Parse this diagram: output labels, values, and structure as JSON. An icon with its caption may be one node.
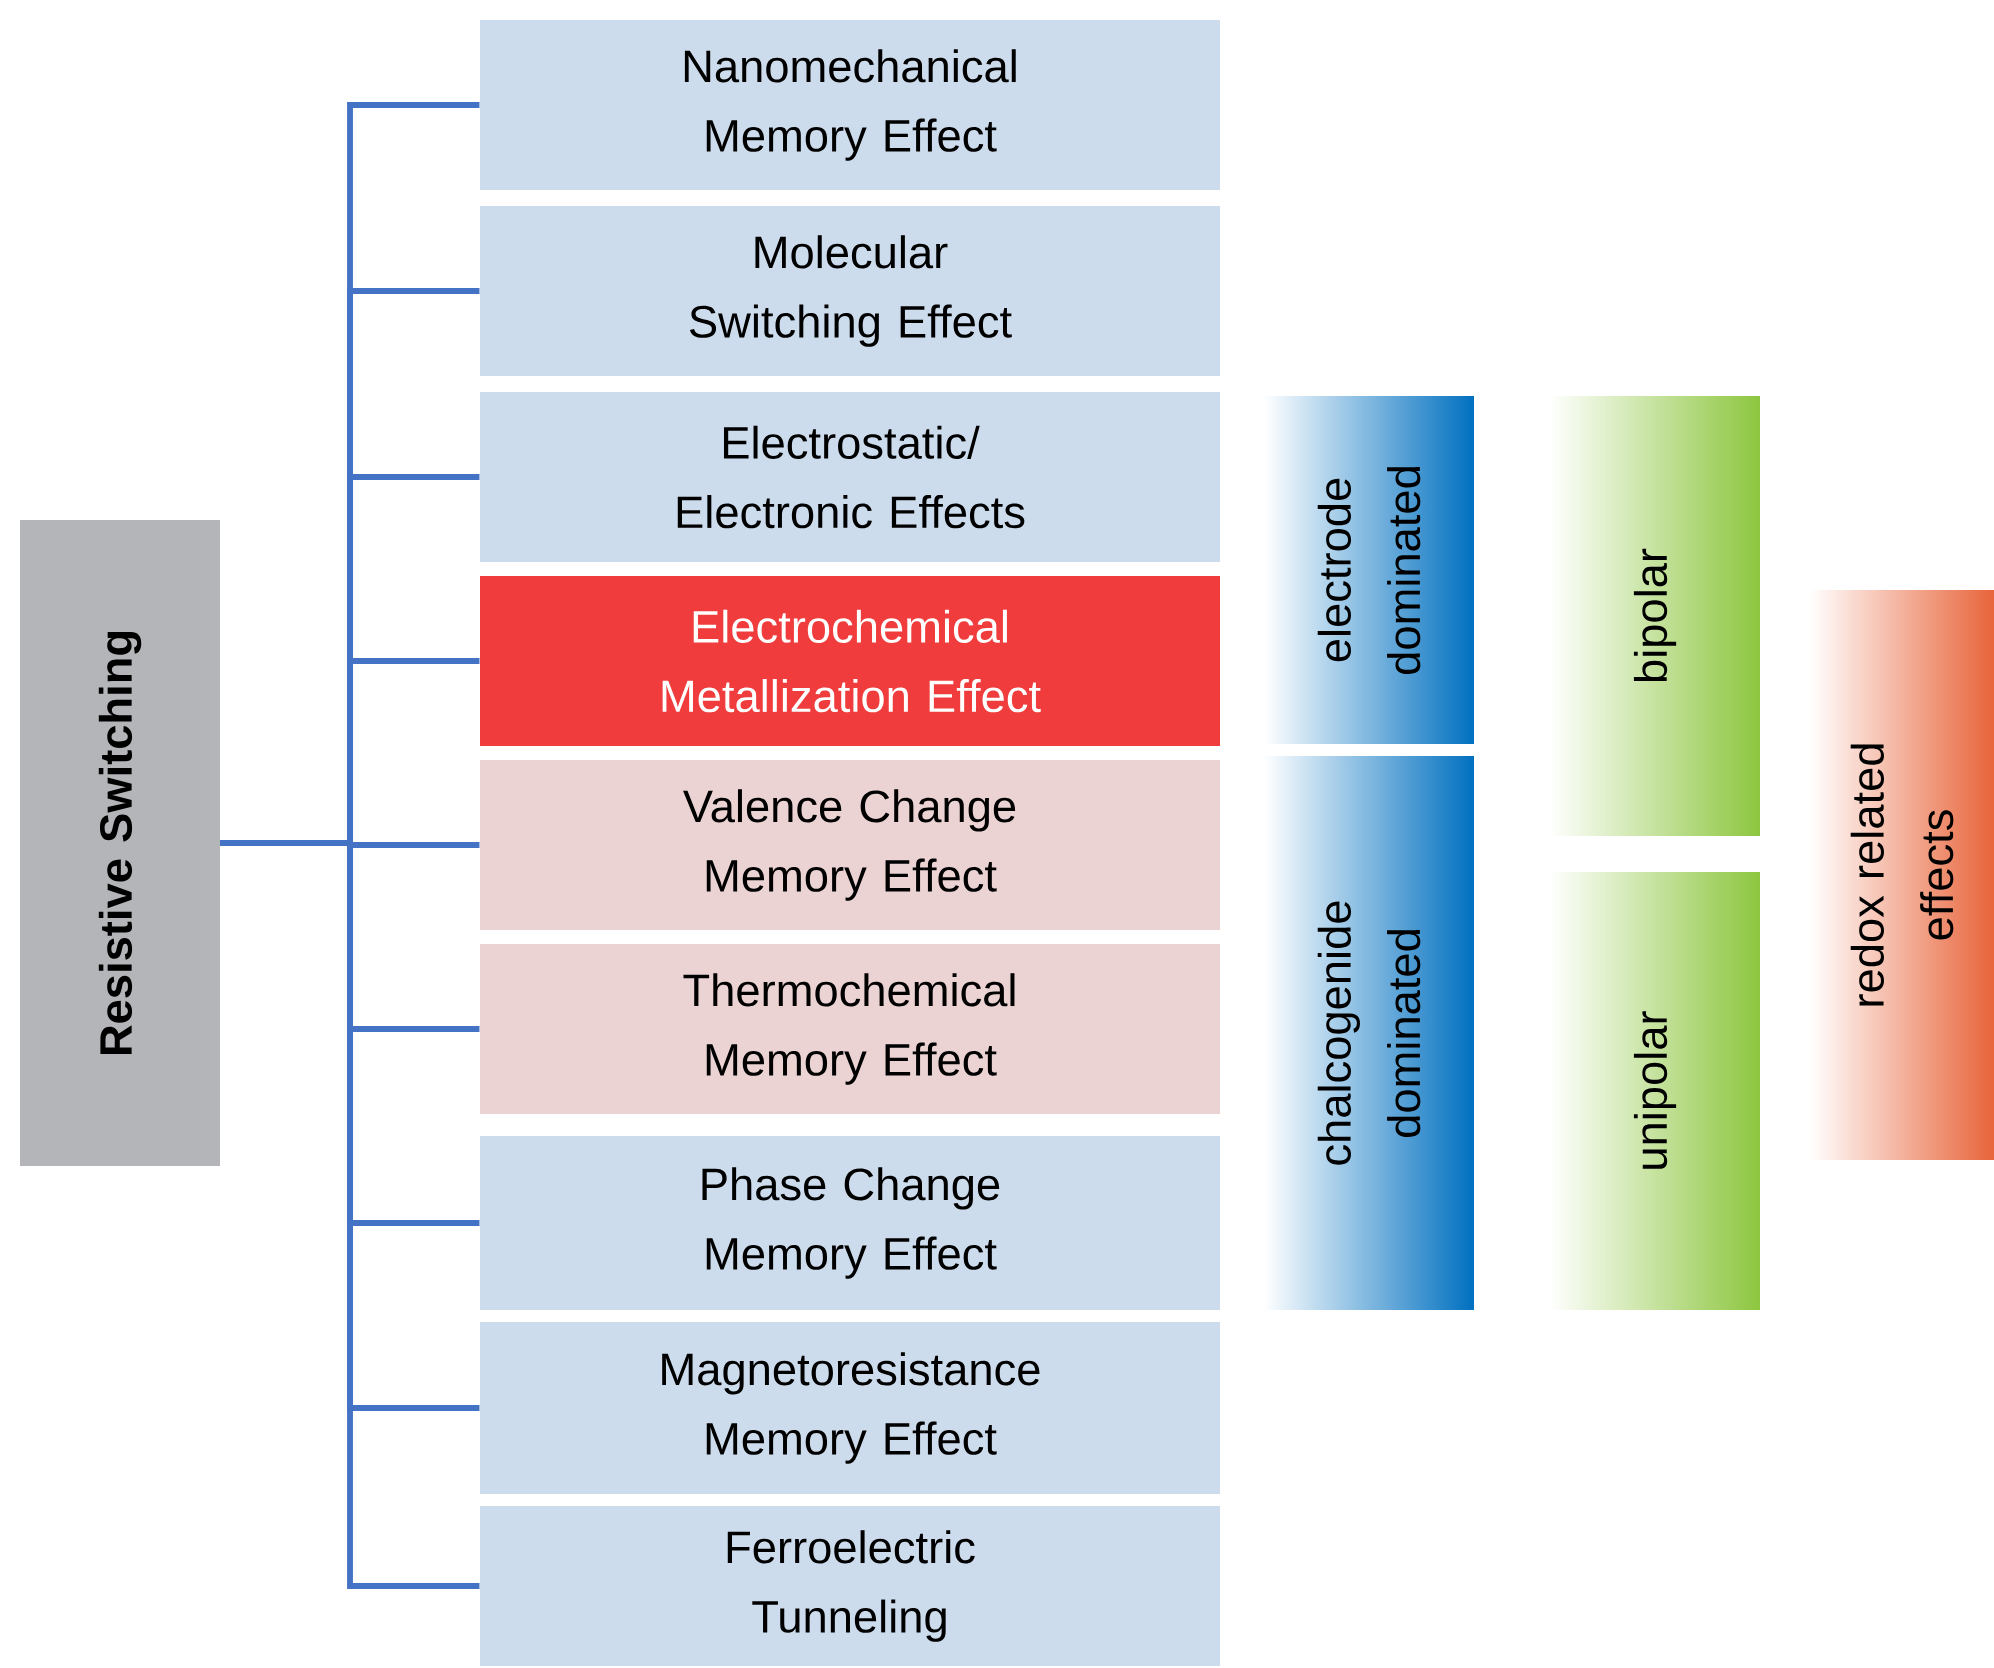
{
  "diagram": {
    "nodes": [
      {
        "text": [
          "Resistive Switching"
        ]
      },
      {
        "text": [
          "Nanomechanical Memory Effect"
        ]
      },
      {
        "text": [
          "Molecular Switching Effect"
        ]
      },
      {
        "text": [
          "Electrostatic/ Electronic Effects"
        ]
      },
      {
        "text": [
          "Electrochemical Metallization Effect"
        ]
      },
      {
        "text": [
          "Valence Change Memory Effect"
        ]
      },
      {
        "text": [
          "Thermochemical Memory Effect"
        ]
      },
      {
        "text": [
          "Phase Change Memory Effect"
        ]
      },
      {
        "text": [
          "Magnetoresistance Memory Effect"
        ]
      },
      {
        "text": [
          "Ferroelectric Tunneling"
        ]
      },
      {
        "text": [
          "electrode dominated"
        ]
      },
      {
        "text": [
          "chalcogenide dominated"
        ]
      },
      {
        "text": [
          "bipolar"
        ]
      },
      {
        "text": [
          "unipolar"
        ]
      },
      {
        "text": [
          "redox related effects"
        ]
      }
    ],
    "edges": [
      {
        "from": 0,
        "to": 1,
        "arrow": "none"
      },
      {
        "from": 0,
        "to": 2,
        "arrow": "none"
      },
      {
        "from": 0,
        "to": 3,
        "arrow": "none"
      },
      {
        "from": 0,
        "to": 4,
        "arrow": "none"
      },
      {
        "from": 0,
        "to": 5,
        "arrow": "none"
      },
      {
        "from": 0,
        "to": 6,
        "arrow": "none"
      },
      {
        "from": 0,
        "to": 7,
        "arrow": "none"
      },
      {
        "from": 0,
        "to": 8,
        "arrow": "none"
      },
      {
        "from": 0,
        "to": 9,
        "arrow": "none"
      }
    ]
  }
}
